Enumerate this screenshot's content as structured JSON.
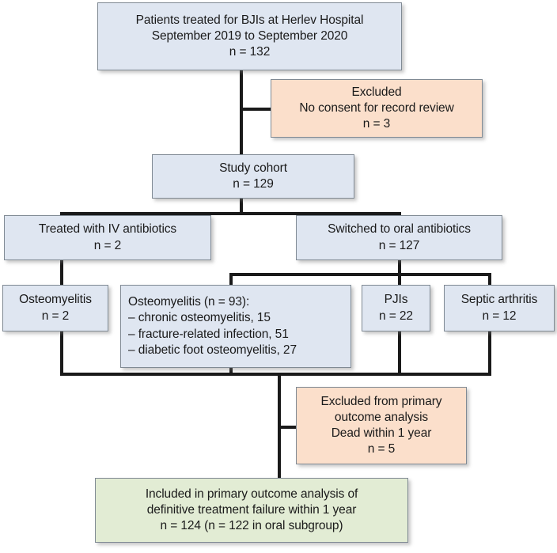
{
  "diagram": {
    "title": "Patient flow through bone and joint infection study",
    "colors": {
      "node_blue": "#dfe6f1",
      "node_peach": "#fbdfcb",
      "node_green": "#e2ecd4",
      "border": "#808a94",
      "connector": "#1a1a1a",
      "text": "#1a1a1a",
      "background": "#ffffff"
    },
    "nodes": {
      "enrolled": {
        "line1": "Patients treated for BJIs at Herlev Hospital",
        "line2": "September 2019 to September 2020",
        "line3": "n = 132"
      },
      "excluded_consent": {
        "line1": "Excluded",
        "line2": "No consent for record review",
        "line3": "n = 3"
      },
      "study_cohort": {
        "line1": "Study cohort",
        "line2": "n = 129"
      },
      "iv_antibiotics": {
        "line1": "Treated with IV antibiotics",
        "line2": "n = 2"
      },
      "oral_antibiotics": {
        "line1": "Switched to oral antibiotics",
        "line2": "n = 127"
      },
      "osteomyelitis_iv": {
        "line1": "Osteomyelitis",
        "line2": "n = 2"
      },
      "osteomyelitis_oral": {
        "line1": "Osteomyelitis (n = 93):",
        "line2": "– chronic osteomyelitis, 15",
        "line3": "– fracture-related infection, 51",
        "line4": "– diabetic foot osteomyelitis, 27"
      },
      "pjis": {
        "line1": "PJIs",
        "line2": "n = 22"
      },
      "septic_arthritis": {
        "line1": "Septic arthritis",
        "line2": "n = 12"
      },
      "excluded_dead": {
        "line1": "Excluded from primary",
        "line2": "outcome analysis",
        "line3": "Dead within 1 year",
        "line4": "n = 5"
      },
      "included_primary": {
        "line1": "Included in primary outcome analysis of",
        "line2": "definitive treatment failure within 1 year",
        "line3": "n = 124 (n = 122 in oral subgroup)"
      }
    }
  }
}
